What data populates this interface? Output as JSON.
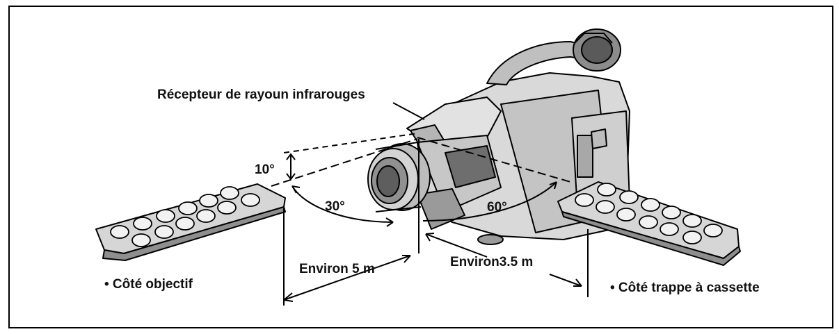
{
  "diagram": {
    "receiver_label": "Récepteur de rayoun infrarouges",
    "angle_vertical": "10°",
    "angle_lens_side": "30°",
    "angle_cassette_side": "60°",
    "distance_lens_side": "Environ 5 m",
    "distance_cassette_side": "Environ3.5 m",
    "side_lens": "• Côté objectif",
    "side_cassette": "• Côté trappe à cassette",
    "icons": [
      "camcorder",
      "remote-control",
      "remote-control"
    ]
  }
}
